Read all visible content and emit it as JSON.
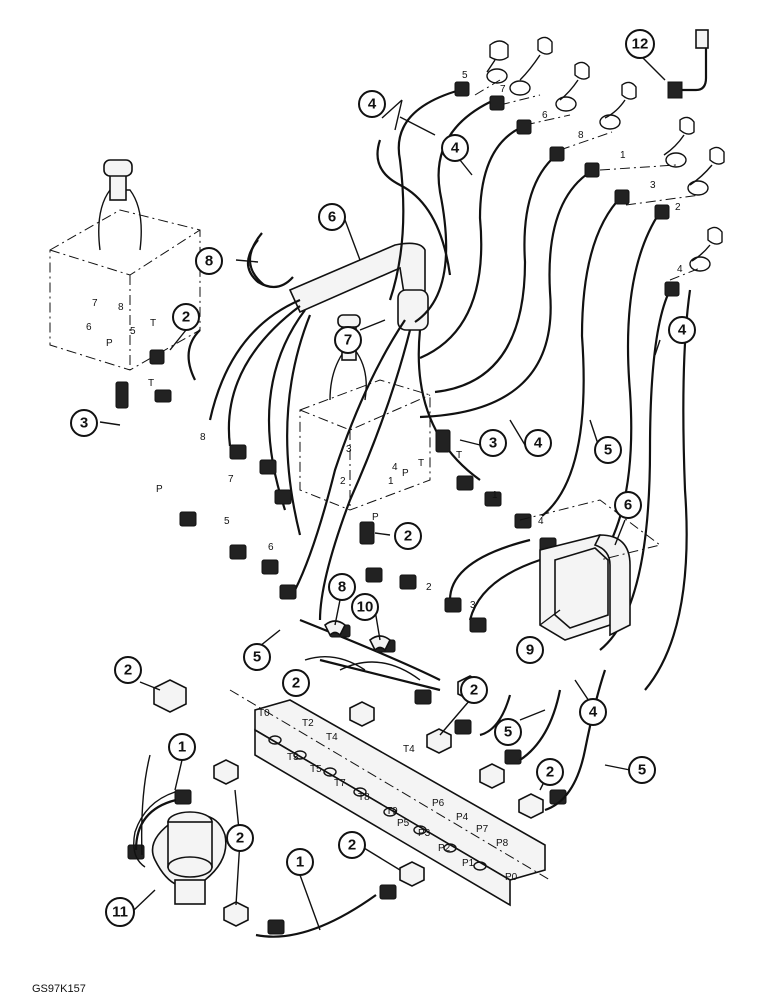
{
  "drawing_code": "GS97K157",
  "callouts": [
    {
      "id": "c-4a",
      "label": "4"
    },
    {
      "id": "c-4b",
      "label": "4"
    },
    {
      "id": "c-4c",
      "label": "4"
    },
    {
      "id": "c-4d",
      "label": "4"
    },
    {
      "id": "c-4e",
      "label": "4"
    },
    {
      "id": "c-6a",
      "label": "6"
    },
    {
      "id": "c-6b",
      "label": "6"
    },
    {
      "id": "c-8a",
      "label": "8"
    },
    {
      "id": "c-8b",
      "label": "8"
    },
    {
      "id": "c-7",
      "label": "7"
    },
    {
      "id": "c-12",
      "label": "12"
    },
    {
      "id": "c-3a",
      "label": "3"
    },
    {
      "id": "c-3b",
      "label": "3"
    },
    {
      "id": "c-2a",
      "label": "2"
    },
    {
      "id": "c-2b",
      "label": "2"
    },
    {
      "id": "c-2c",
      "label": "2"
    },
    {
      "id": "c-2d",
      "label": "2"
    },
    {
      "id": "c-2e",
      "label": "2"
    },
    {
      "id": "c-2f",
      "label": "2"
    },
    {
      "id": "c-2g",
      "label": "2"
    },
    {
      "id": "c-2h",
      "label": "2"
    },
    {
      "id": "c-5a",
      "label": "5"
    },
    {
      "id": "c-5b",
      "label": "5"
    },
    {
      "id": "c-5c",
      "label": "5"
    },
    {
      "id": "c-5d",
      "label": "5"
    },
    {
      "id": "c-9",
      "label": "9"
    },
    {
      "id": "c-10",
      "label": "10"
    },
    {
      "id": "c-1a",
      "label": "1"
    },
    {
      "id": "c-1b",
      "label": "1"
    },
    {
      "id": "c-11",
      "label": "11"
    }
  ],
  "port_labels": {
    "top_hoses": [
      "5",
      "7",
      "6",
      "8",
      "1",
      "3",
      "2",
      "4"
    ],
    "left_valve": [
      "7",
      "8",
      "6",
      "5",
      "T",
      "P",
      "T",
      "8",
      "7",
      "P",
      "5",
      "6"
    ],
    "right_valve": [
      "P",
      "T",
      "3",
      "2",
      "4",
      "1",
      "1",
      "4",
      "2",
      "3",
      "T",
      "P"
    ],
    "manifold": [
      "T0",
      "T2",
      "T4",
      "T4",
      "T3",
      "T5",
      "T7",
      "T8",
      "T9",
      "P5",
      "P3",
      "P2",
      "P1",
      "P0",
      "P6",
      "P4",
      "P7",
      "P8"
    ]
  }
}
